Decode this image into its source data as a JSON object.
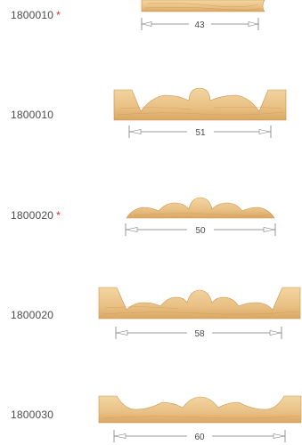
{
  "profiles": [
    {
      "code": "1800010",
      "star": "*",
      "width": "43"
    },
    {
      "code": "1800010",
      "star": "",
      "width": "51"
    },
    {
      "code": "1800020",
      "star": "*",
      "width": "50"
    },
    {
      "code": "1800020",
      "star": "",
      "width": "58"
    },
    {
      "code": "1800030",
      "star": "",
      "width": "60"
    }
  ],
  "colors": {
    "wood_light": "#f0cd94",
    "wood_dark": "#d9a862",
    "grain": "#c8924d",
    "dim_line": "#7a7a7a",
    "star": "#e0252b"
  }
}
